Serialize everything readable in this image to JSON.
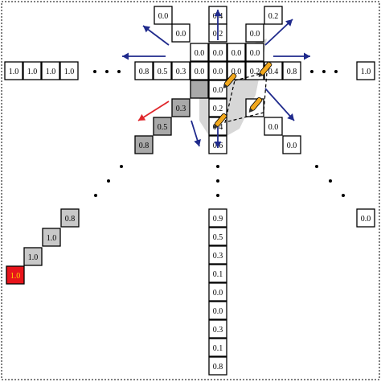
{
  "diagram": {
    "ellipsis": "• • •",
    "cells": {
      "left_row": [
        "1.0",
        "1.0",
        "1.0",
        "1.0"
      ],
      "center_row_left": [
        "0.8",
        "0.5",
        "0.3"
      ],
      "center_core": [
        "0.0",
        "0.0",
        "0.0",
        "0.2",
        "0.4",
        "0.8"
      ],
      "right_end": "1.0",
      "upper_diag_left": [
        "0.0",
        "0.0",
        "0.0"
      ],
      "upper_column": [
        "0.4",
        "0.2",
        "0.0"
      ],
      "upper_diag_right": [
        "0.2",
        "0.0",
        "0.0"
      ],
      "column_below_core": [
        "0.0",
        "0.2",
        "0.4",
        "0.6"
      ],
      "right_diag_down": [
        "0.0",
        "0.0"
      ],
      "left_diag_gray": [
        "0.3",
        "0.5",
        "0.8"
      ],
      "lower_left_diag": [
        "0.8",
        "1.0",
        "1.0"
      ],
      "goal_cell": "1.0",
      "right_far_cell": "0.0",
      "bottom_column": [
        "0.9",
        "0.5",
        "0.3",
        "0.1",
        "0.0",
        "0.0",
        "0.3",
        "0.1",
        "0.8"
      ]
    },
    "colors": {
      "arrow_blue": "#1f2a8c",
      "arrow_red": "#e0262b",
      "cell_gray": "#c8c8c8",
      "cell_dark_gray": "#a9a9a9",
      "goal_red": "#e8141b",
      "goal_text": "#ffd800",
      "highlight": "#d9d9d9",
      "robot_orange": "#f2a81d"
    }
  }
}
